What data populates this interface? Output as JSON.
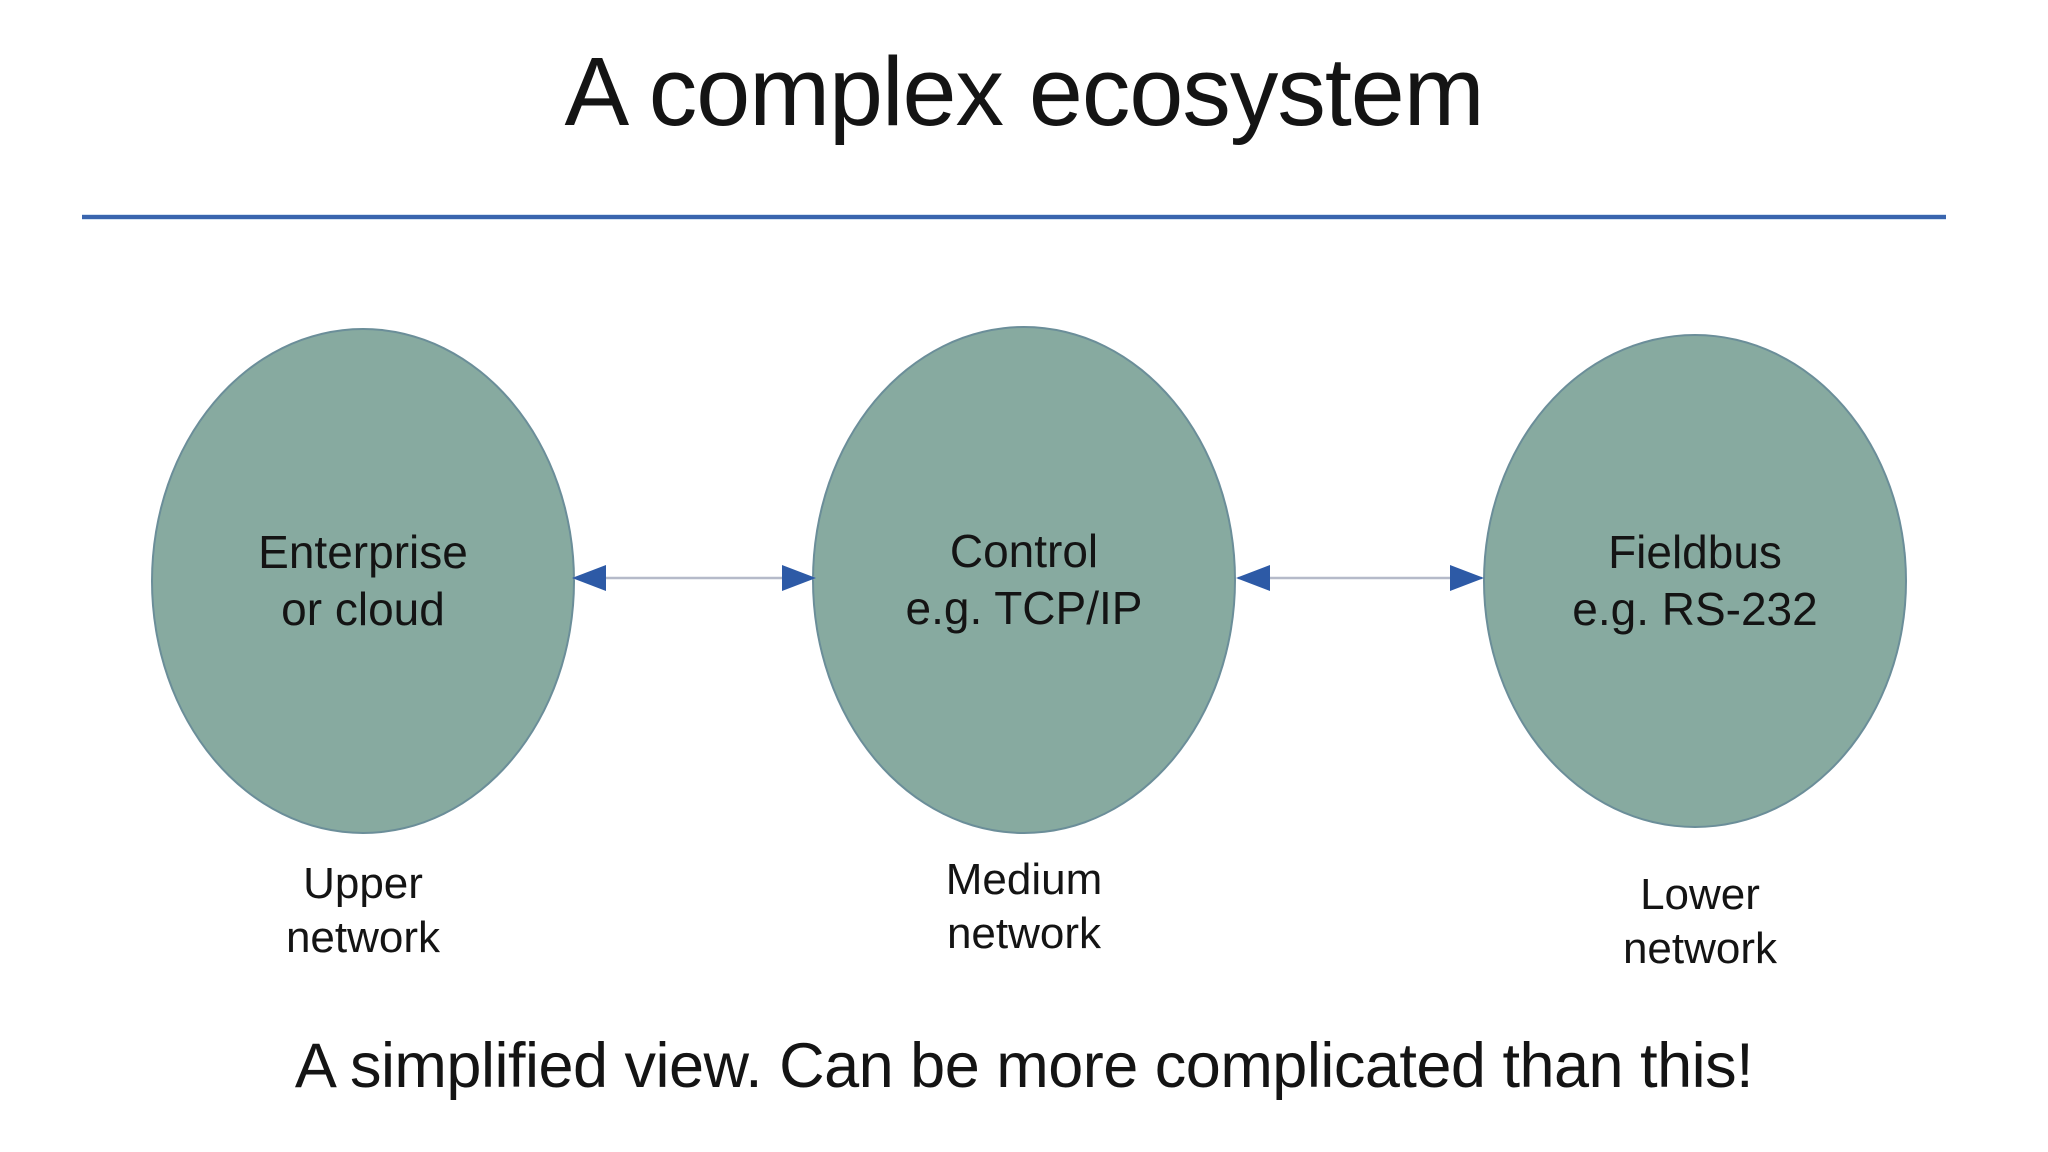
{
  "title": "A complex ecosystem",
  "footer": "A simplified view. Can be more complicated than this!",
  "colors": {
    "background": "#ffffff",
    "text": "#141414",
    "ellipse_fill": "#87aaa0",
    "ellipse_stroke": "rgba(84,118,148,0.55)",
    "arrow_head": "#2d5aa6",
    "arrow_line": "#b5bac9",
    "rule_core": "#3a65ae",
    "rule_halo": "#d3e2f2"
  },
  "nodes": [
    {
      "id": "enterprise",
      "line1": "Enterprise",
      "line2": "or cloud",
      "caption1": "Upper",
      "caption2": "network"
    },
    {
      "id": "control",
      "line1": "Control",
      "line2": "e.g. TCP/IP",
      "caption1": "Medium",
      "caption2": "network"
    },
    {
      "id": "fieldbus",
      "line1": "Fieldbus",
      "line2": "e.g. RS-232",
      "caption1": "Lower",
      "caption2": "network"
    }
  ],
  "connectors": [
    {
      "from": "enterprise",
      "to": "control",
      "type": "double-arrow"
    },
    {
      "from": "control",
      "to": "fieldbus",
      "type": "double-arrow"
    }
  ]
}
